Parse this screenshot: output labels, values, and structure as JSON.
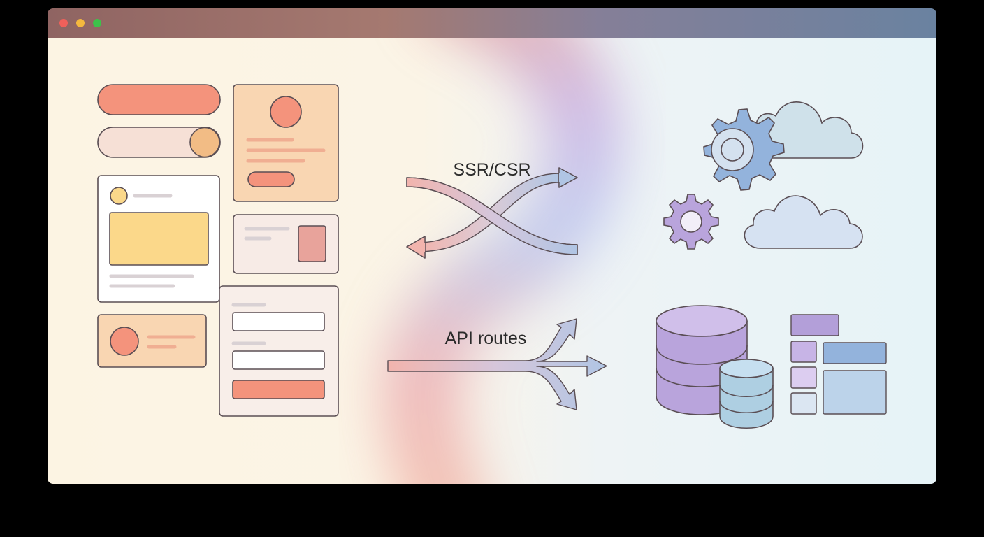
{
  "window": {
    "controls": [
      {
        "name": "close",
        "color": "#f0605a"
      },
      {
        "name": "minimize",
        "color": "#f4b83e"
      },
      {
        "name": "maximize",
        "color": "#3dc24a"
      }
    ]
  },
  "flows": {
    "rendering_label": "SSR/CSR",
    "api_label": "API routes"
  },
  "icons": {
    "frontend": [
      "pill-button-icon",
      "toggle-icon",
      "profile-card-icon",
      "post-card-icon",
      "media-card-icon",
      "user-card-icon",
      "form-card-icon"
    ],
    "rendering": "crossing-arrows-icon",
    "api": "branching-arrows-icon",
    "backend": [
      "gear-icon",
      "small-gear-icon",
      "cloud-icon",
      "cloud-icon",
      "database-icon",
      "small-database-icon",
      "data-table-icon"
    ]
  },
  "colors": {
    "coral": "#f4937c",
    "peach": "#f8d9b6",
    "yellow": "#fbd88a",
    "blue": "#93b3dc",
    "purple": "#b9a4dc",
    "cloud": "#cfe1ea",
    "outline": "#5a4e54"
  }
}
